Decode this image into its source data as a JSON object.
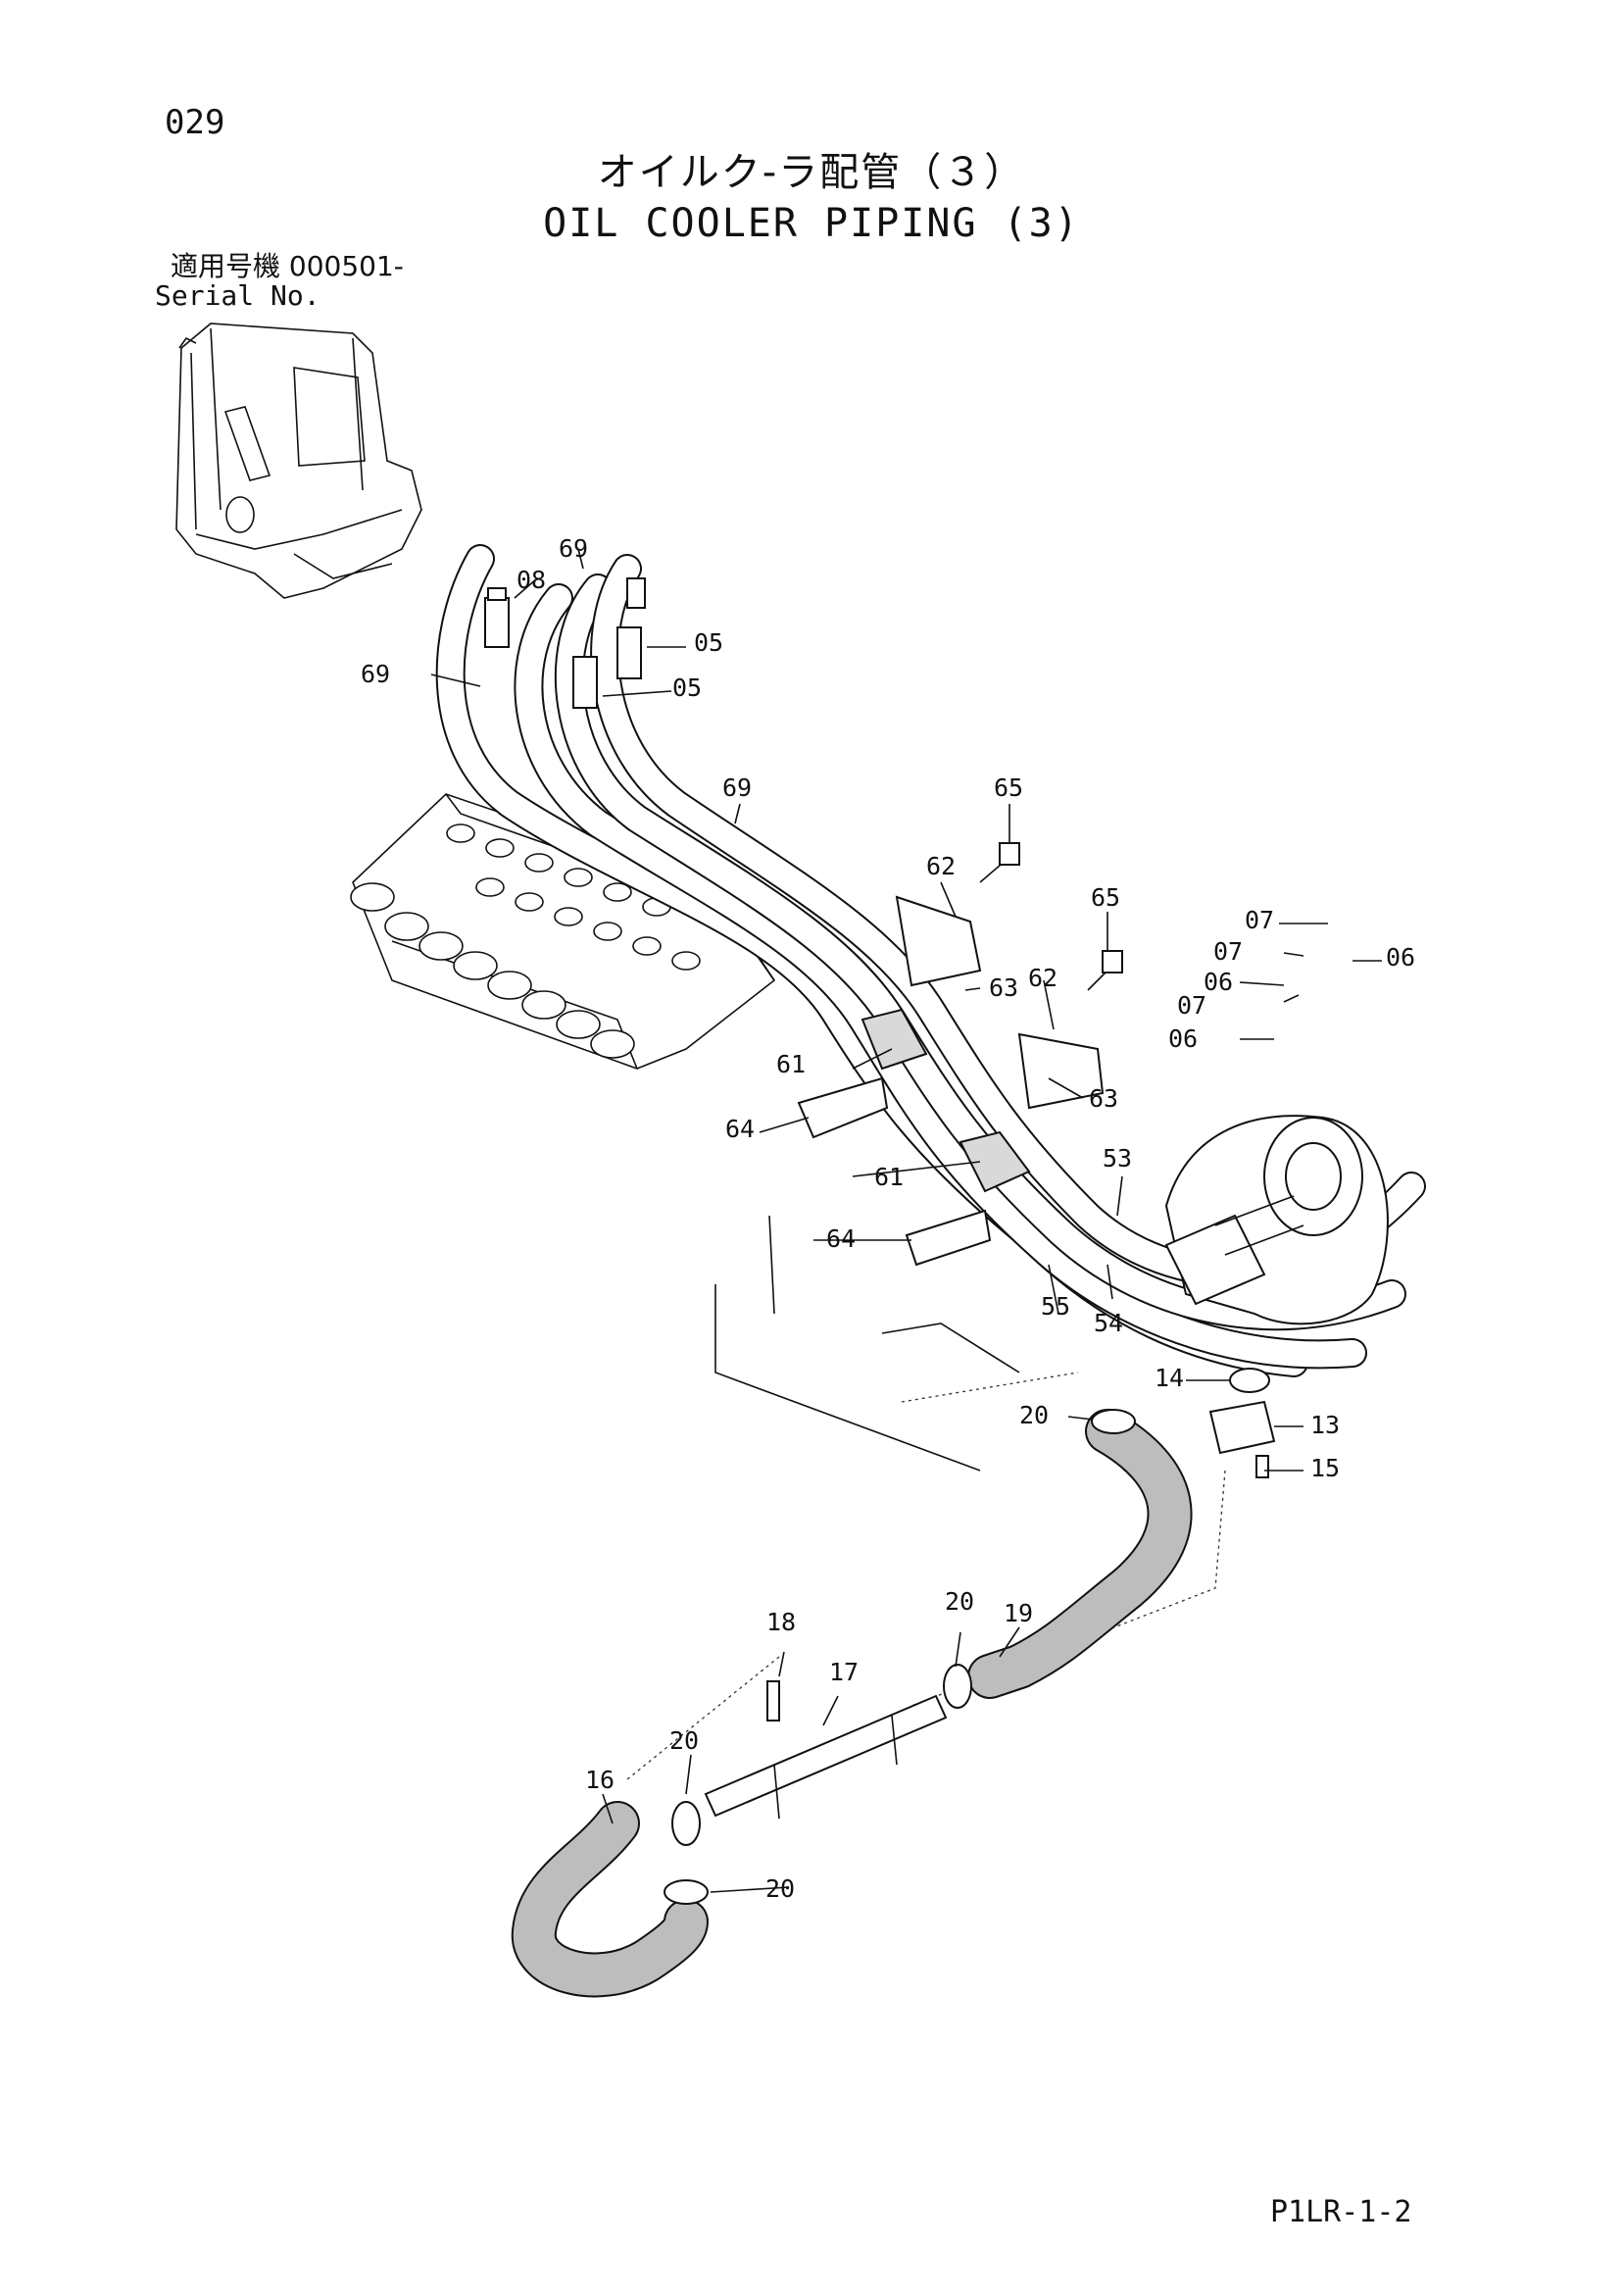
{
  "header": {
    "page_no": "029",
    "title_jp": "オイルク-ラ配管（３）",
    "title_en": "OIL COOLER PIPING (3)",
    "serial_label_jp": "適用号機  000501-",
    "serial_label_en": "Serial No."
  },
  "callouts": {
    "c69a": "69",
    "c69b": "69",
    "c69c": "69",
    "c08": "08",
    "c05a": "05",
    "c05b": "05",
    "c65a": "65",
    "c65b": "65",
    "c62a": "62",
    "c62b": "62",
    "c63a": "63",
    "c63b": "63",
    "c61a": "61",
    "c61b": "61",
    "c64a": "64",
    "c64b": "64",
    "c53": "53",
    "c54": "54",
    "c55": "55",
    "c07a": "07",
    "c07b": "07",
    "c07c": "07",
    "c06a": "06",
    "c06b": "06",
    "c06c": "06",
    "c14": "14",
    "c13": "13",
    "c15": "15",
    "c20a": "20",
    "c20b": "20",
    "c20c": "20",
    "c20d": "20",
    "c19": "19",
    "c18": "18",
    "c17": "17",
    "c16": "16"
  },
  "footer": {
    "code": "P1LR-1-2"
  },
  "icons": [
    "excavator-icon",
    "control-valve-icon",
    "oil-cooler-pump-icon"
  ]
}
